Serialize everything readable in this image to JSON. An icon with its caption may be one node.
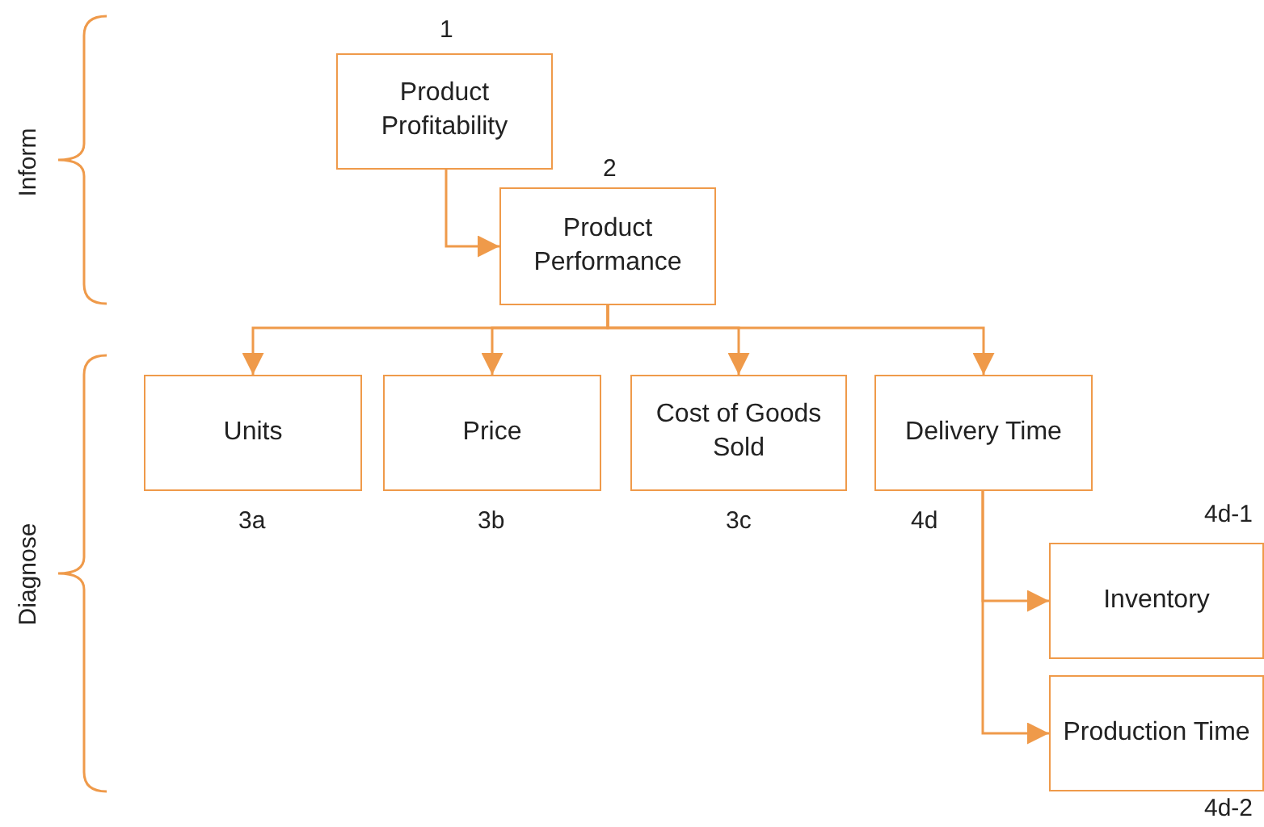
{
  "diagram": {
    "nodes": [
      {
        "text": [
          "Product Profitability"
        ],
        "beside": [
          "1"
        ]
      },
      {
        "text": [
          "Product Performance"
        ],
        "beside": [
          "2"
        ]
      },
      {
        "text": [
          "Units"
        ],
        "beside": [
          "3a"
        ]
      },
      {
        "text": [
          "Price"
        ],
        "beside": [
          "3b"
        ]
      },
      {
        "text": [
          "Cost of Goods Sold"
        ],
        "beside": [
          "3c"
        ]
      },
      {
        "text": [
          "Delivery Time"
        ],
        "beside": [
          "4d"
        ]
      },
      {
        "text": [
          "Inventory"
        ],
        "beside": [
          "4d-1"
        ]
      },
      {
        "text": [
          "Production Time"
        ],
        "beside": [
          "4d-2"
        ]
      }
    ],
    "edges": [
      {
        "from": 0,
        "to": 1,
        "arrow": "to"
      },
      {
        "from": 1,
        "to": 2,
        "arrow": "to"
      },
      {
        "from": 1,
        "to": 3,
        "arrow": "to"
      },
      {
        "from": 1,
        "to": 4,
        "arrow": "to"
      },
      {
        "from": 1,
        "to": 5,
        "arrow": "to"
      },
      {
        "from": 5,
        "to": 6,
        "arrow": "to"
      },
      {
        "from": 5,
        "to": 7,
        "arrow": "to"
      }
    ],
    "labels": [
      "Inform",
      "Diagnose"
    ]
  }
}
